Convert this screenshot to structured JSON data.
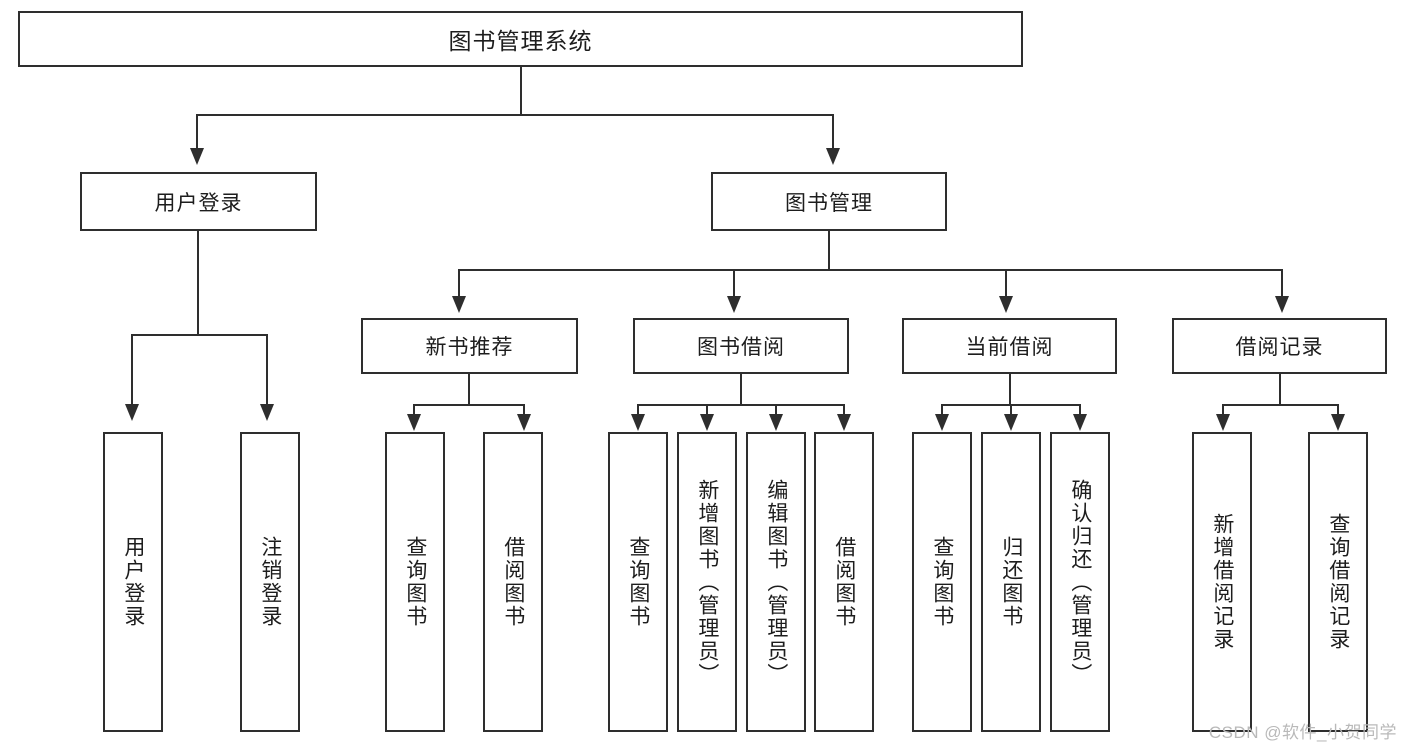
{
  "diagram": {
    "title": "图书管理系统",
    "type": "tree-hierarchy",
    "root": {
      "label": "图书管理系统"
    },
    "level1": [
      {
        "label": "用户登录"
      },
      {
        "label": "图书管理"
      }
    ],
    "level2": [
      {
        "label": "新书推荐"
      },
      {
        "label": "图书借阅"
      },
      {
        "label": "当前借阅"
      },
      {
        "label": "借阅记录"
      }
    ],
    "leaves": {
      "user_login": [
        {
          "label": "用户登录"
        },
        {
          "label": "注销登录"
        }
      ],
      "new_book_recommend": [
        {
          "label": "查询图书"
        },
        {
          "label": "借阅图书"
        }
      ],
      "book_borrow": [
        {
          "label": "查询图书"
        },
        {
          "label": "新增图书（管理员）"
        },
        {
          "label": "编辑图书（管理员）"
        },
        {
          "label": "借阅图书"
        }
      ],
      "current_borrow": [
        {
          "label": "查询图书"
        },
        {
          "label": "归还图书"
        },
        {
          "label": "确认归还（管理员）"
        }
      ],
      "borrow_record": [
        {
          "label": "新增借阅记录"
        },
        {
          "label": "查询借阅记录"
        }
      ]
    }
  },
  "watermark": {
    "text": "CSDN @软件_小贺同学"
  },
  "colors": {
    "stroke": "#2e2e2e",
    "text": "#1d1d1d",
    "background": "#ffffff",
    "watermark": "#b9b9b9"
  }
}
